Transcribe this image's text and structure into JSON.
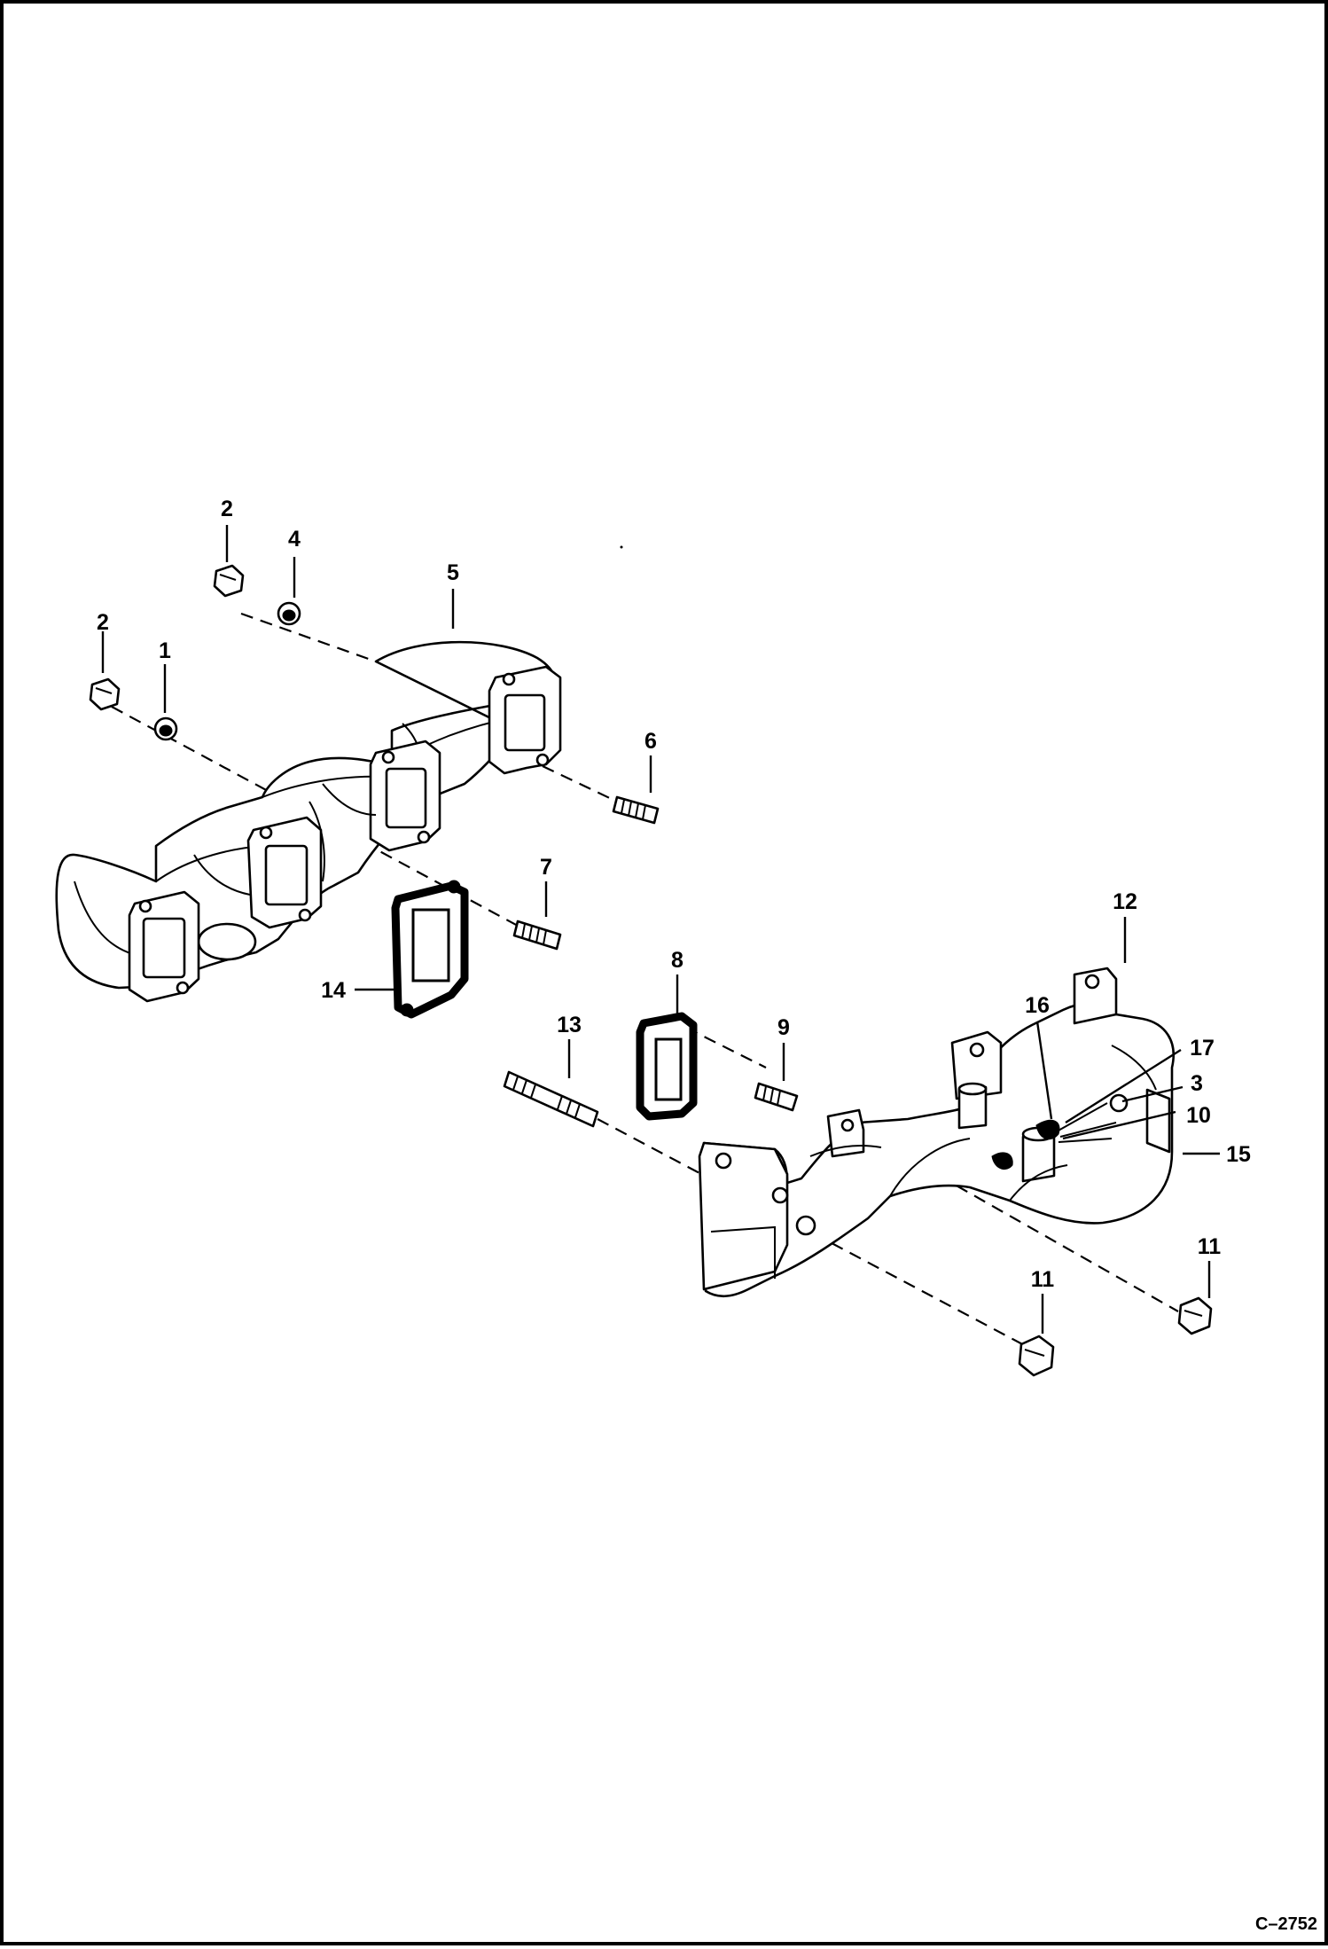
{
  "figure_code": "C–2752",
  "callouts": [
    {
      "id": "c2a",
      "text": "2"
    },
    {
      "id": "c4",
      "text": "4"
    },
    {
      "id": "c5",
      "text": "5"
    },
    {
      "id": "c2b",
      "text": "2"
    },
    {
      "id": "c1",
      "text": "1"
    },
    {
      "id": "c6",
      "text": "6"
    },
    {
      "id": "c7",
      "text": "7"
    },
    {
      "id": "c14",
      "text": "14"
    },
    {
      "id": "c8",
      "text": "8"
    },
    {
      "id": "c13",
      "text": "13"
    },
    {
      "id": "c9",
      "text": "9"
    },
    {
      "id": "c12",
      "text": "12"
    },
    {
      "id": "c16",
      "text": "16"
    },
    {
      "id": "c17",
      "text": "17"
    },
    {
      "id": "c3",
      "text": "3"
    },
    {
      "id": "c10",
      "text": "10"
    },
    {
      "id": "c15",
      "text": "15"
    },
    {
      "id": "c11a",
      "text": "11"
    },
    {
      "id": "c11b",
      "text": "11"
    }
  ]
}
